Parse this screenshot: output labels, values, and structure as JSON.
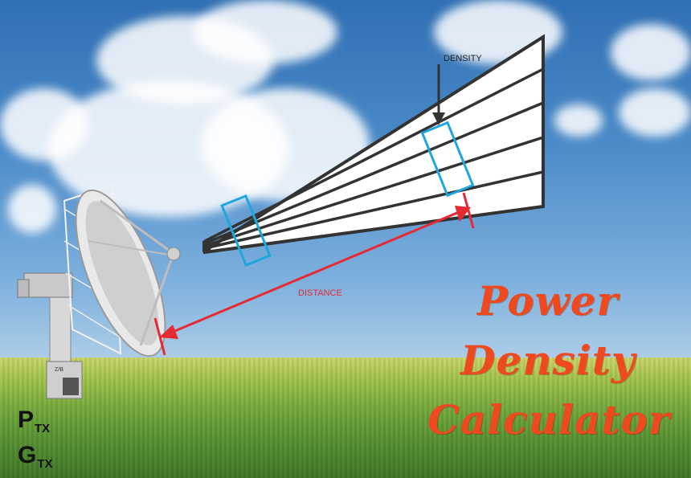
{
  "title": {
    "line1": "Power",
    "line2": "Density",
    "line3": "Calculator"
  },
  "labels": {
    "density": "DENSITY",
    "distance": "DISTANCE",
    "ptx_main": "P",
    "ptx_sub": "TX",
    "gtx_main": "G",
    "gtx_sub": "TX",
    "dish_mark": "Z/B"
  },
  "colors": {
    "title": "#ef4a1f",
    "distance_arrow": "#e52a34",
    "density_box": "#1fa6dd",
    "beam_line": "#333333"
  },
  "icons": {
    "antenna": "satellite-dish-icon",
    "beam": "beam-icon"
  }
}
